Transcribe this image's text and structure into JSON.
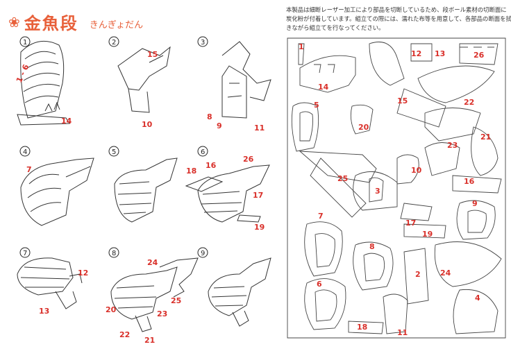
{
  "header": {
    "fish_icon": "goldfish-icon",
    "title_kanji": "金魚段",
    "title_kana": "きんぎょだん",
    "accent_color": "#e8603a"
  },
  "notice": {
    "line1": "本製品は細断レーザー加工により部品を切断しているため、段ボール素材の切断面に",
    "line2": "炭化粉が付着しています。組立ての際には、濡れた布等を用意して、各部品の断面を拭",
    "line3": "きながら組立てを行なってください。"
  },
  "steps": [
    {
      "step": "1",
      "labels": [
        "1 - 6",
        "14"
      ]
    },
    {
      "step": "2",
      "labels": [
        "15",
        "10"
      ]
    },
    {
      "step": "3",
      "labels": [
        "8",
        "9",
        "11"
      ]
    },
    {
      "step": "4",
      "labels": [
        "7"
      ]
    },
    {
      "step": "5",
      "labels": []
    },
    {
      "step": "6",
      "labels": [
        "16",
        "18",
        "26",
        "17",
        "19"
      ]
    },
    {
      "step": "7",
      "labels": [
        "12",
        "13"
      ]
    },
    {
      "step": "8",
      "labels": [
        "24",
        "25",
        "23",
        "20",
        "22",
        "21"
      ]
    },
    {
      "step": "9",
      "labels": []
    }
  ],
  "sheet_parts": [
    "1",
    "12",
    "13",
    "26",
    "14",
    "15",
    "22",
    "5",
    "20",
    "21",
    "23",
    "10",
    "3",
    "25",
    "16",
    "9",
    "17",
    "19",
    "7",
    "8",
    "2",
    "24",
    "6",
    "4",
    "18",
    "11"
  ],
  "label_color": "#d9302a"
}
